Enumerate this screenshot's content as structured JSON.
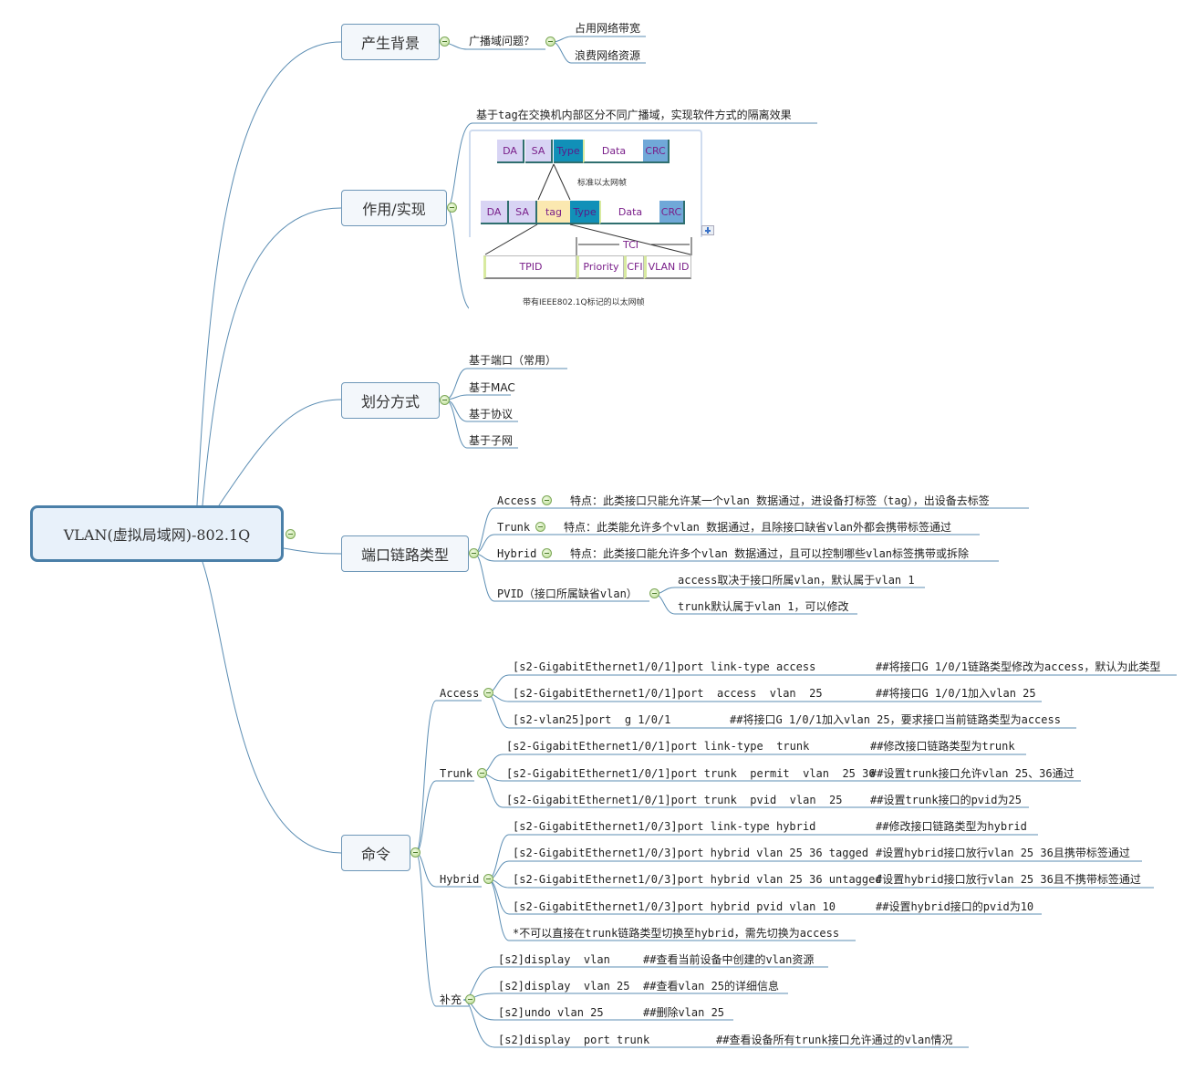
{
  "root": {
    "title": "VLAN(虚拟局域网)-802.1Q"
  },
  "topics": {
    "background": {
      "label": "产生背景",
      "child": "广播域问题？",
      "leaves": [
        "占用网络带宽",
        "浪费网络资源"
      ]
    },
    "function": {
      "label": "作用/实现",
      "description": "基于tag在交换机内部区分不同广播域，实现软件方式的隔离效果",
      "image": {
        "std_frame": [
          "DA",
          "SA",
          "Type",
          "Data",
          "CRC"
        ],
        "std_caption": "标准以太网帧",
        "tagged_frame": [
          "DA",
          "SA",
          "tag",
          "Type",
          "Data",
          "CRC"
        ],
        "tci_label": "TCI",
        "tag_fields": [
          "TPID",
          "Priority",
          "CFI",
          "VLAN ID"
        ],
        "tagged_caption": "带有IEEE802.1Q标记的以太网帧"
      }
    },
    "division": {
      "label": "划分方式",
      "leaves": [
        "基于端口（常用）",
        "基于MAC",
        "基于协议",
        "基于子网"
      ]
    },
    "port_types": {
      "label": "端口链路类型",
      "items": [
        {
          "name": "Access",
          "desc": "特点：此类接口只能允许某一个vlan 数据通过，进设备打标签（tag），出设备去标签"
        },
        {
          "name": "Trunk",
          "desc": "特点：此类能允许多个vlan 数据通过，且除接口缺省vlan外都会携带标签通过"
        },
        {
          "name": "Hybrid",
          "desc": "特点：此类接口能允许多个vlan 数据通过，且可以控制哪些vlan标签携带或拆除"
        }
      ],
      "pvid": {
        "name": "PVID（接口所属缺省vlan）",
        "leaves": [
          "access取决于接口所属vlan，默认属于vlan 1",
          "trunk默认属于vlan 1，可以修改"
        ]
      }
    },
    "commands": {
      "label": "命令",
      "access": {
        "name": "Access",
        "rows": [
          {
            "cmd": "[s2-GigabitEthernet1/0/1]port link-type access",
            "note": "##将接口G 1/0/1链路类型修改为access，默认为此类型"
          },
          {
            "cmd": "[s2-GigabitEthernet1/0/1]port  access  vlan  25",
            "note": "##将接口G 1/0/1加入vlan 25"
          },
          {
            "cmd": "[s2-vlan25]port  g 1/0/1",
            "note": "##将接口G 1/0/1加入vlan 25，要求接口当前链路类型为access"
          }
        ]
      },
      "trunk": {
        "name": "Trunk",
        "rows": [
          {
            "cmd": "[s2-GigabitEthernet1/0/1]port link-type  trunk",
            "note": "##修改接口链路类型为trunk"
          },
          {
            "cmd": "[s2-GigabitEthernet1/0/1]port trunk  permit  vlan  25 36",
            "note": "##设置trunk接口允许vlan 25、36通过"
          },
          {
            "cmd": "[s2-GigabitEthernet1/0/1]port trunk  pvid  vlan  25",
            "note": "##设置trunk接口的pvid为25"
          }
        ]
      },
      "hybrid": {
        "name": "Hybrid",
        "rows": [
          {
            "cmd": "[s2-GigabitEthernet1/0/3]port link-type hybrid",
            "note": "##修改接口链路类型为hybrid"
          },
          {
            "cmd": "[s2-GigabitEthernet1/0/3]port hybrid vlan 25 36 tagged",
            "note": "#设置hybrid接口放行vlan 25 36且携带标签通过"
          },
          {
            "cmd": "[s2-GigabitEthernet1/0/3]port hybrid vlan 25 36 untagged",
            "note": "#设置hybrid接口放行vlan 25 36且不携带标签通过"
          },
          {
            "cmd": "[s2-GigabitEthernet1/0/3]port hybrid pvid vlan 10",
            "note": "##设置hybrid接口的pvid为10"
          }
        ],
        "warning": "*不可以直接在trunk链路类型切换至hybrid，需先切换为access"
      },
      "supplement": {
        "name": "补充",
        "rows": [
          {
            "cmd": "[s2]display  vlan",
            "note": "##查看当前设备中创建的vlan资源"
          },
          {
            "cmd": "[s2]display  vlan 25",
            "note": "##查看vlan 25的详细信息"
          },
          {
            "cmd": "[s2]undo vlan 25",
            "note": "##删除vlan 25"
          },
          {
            "cmd": "[s2]display  port trunk",
            "note": "##查看设备所有trunk接口允许通过的vlan情况"
          }
        ]
      }
    }
  },
  "colors": {
    "line": "#5b8db3",
    "root_border": "#4a7fa8",
    "node_bg": "#f3f7fb"
  }
}
